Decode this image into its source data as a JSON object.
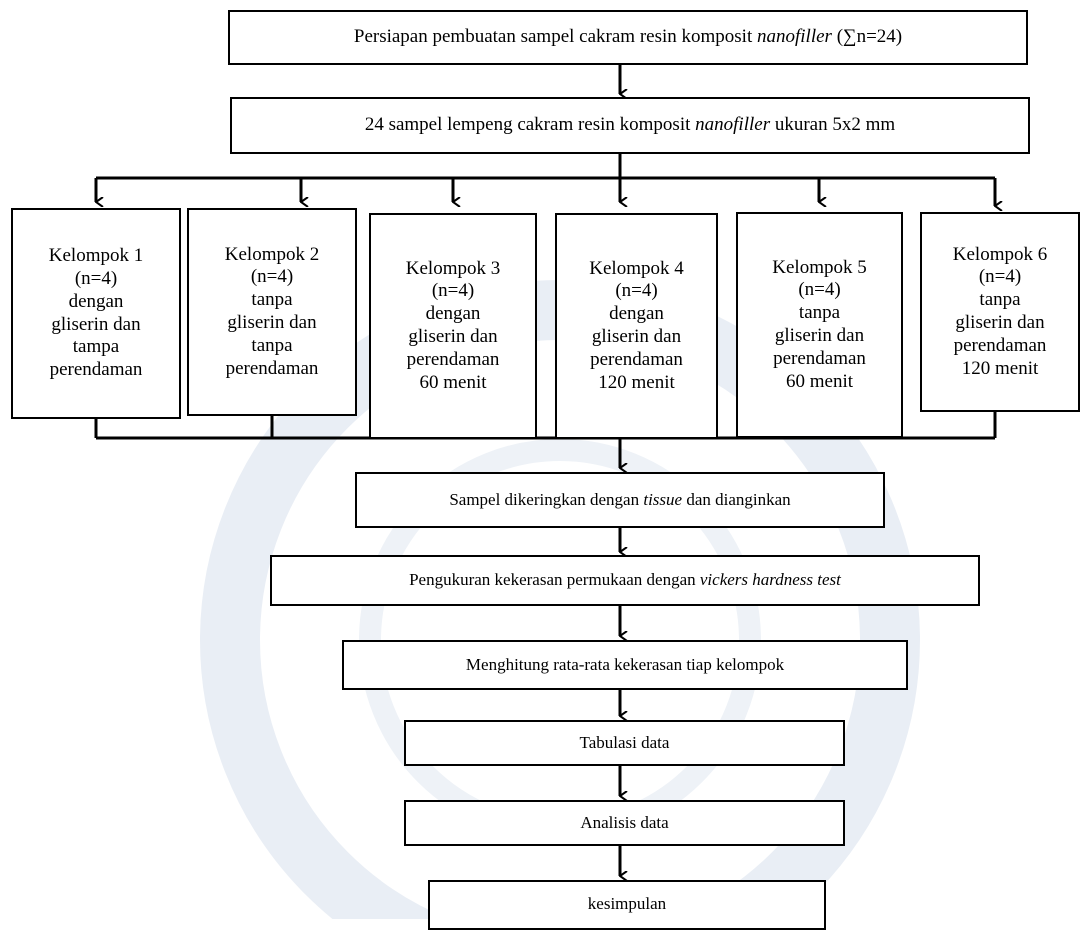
{
  "steps": {
    "s1": {
      "pre": "Persiapan pembuatan sampel cakram resin komposit ",
      "em": "nanofiller",
      "post": " (∑n=24)"
    },
    "s2": {
      "pre": "24 sampel lempeng cakram resin komposit ",
      "em": "nanofiller",
      "post": " ukuran 5x2 mm"
    },
    "s3": {
      "pre": "Sampel dikeringkan dengan ",
      "em": "tissue",
      "post": " dan dianginkan"
    },
    "s4": {
      "pre": "Pengukuran kekerasan permukaan dengan ",
      "em": "vickers hardness test",
      "post": ""
    },
    "s5": "Menghitung rata-rata kekerasan tiap kelompok",
    "s6": "Tabulasi data",
    "s7": "Analisis data",
    "s8": "kesimpulan"
  },
  "groups": [
    {
      "title": "Kelompok 1",
      "n": "(n=4)",
      "l1": "dengan",
      "l2": "gliserin dan",
      "l3": "tampa",
      "l4": "perendaman"
    },
    {
      "title": "Kelompok 2",
      "n": "(n=4)",
      "l1": "tanpa",
      "l2": "gliserin dan",
      "l3": "tanpa",
      "l4": "perendaman"
    },
    {
      "title": "Kelompok 3",
      "n": "(n=4)",
      "l1": "dengan",
      "l2": "gliserin dan",
      "l3": "perendaman",
      "l4": "60 menit"
    },
    {
      "title": "Kelompok 4",
      "n": "(n=4)",
      "l1": "dengan",
      "l2": "gliserin dan",
      "l3": "perendaman",
      "l4": "120 menit"
    },
    {
      "title": "Kelompok 5",
      "n": "(n=4)",
      "l1": "tanpa",
      "l2": "gliserin dan",
      "l3": "perendaman",
      "l4": "60 menit"
    },
    {
      "title": "Kelompok 6",
      "n": "(n=4)",
      "l1": "tanpa",
      "l2": "gliserin dan",
      "l3": "perendaman",
      "l4": "120 menit"
    }
  ],
  "colors": {
    "line": "#000000",
    "watermark": "#e9eef5"
  }
}
